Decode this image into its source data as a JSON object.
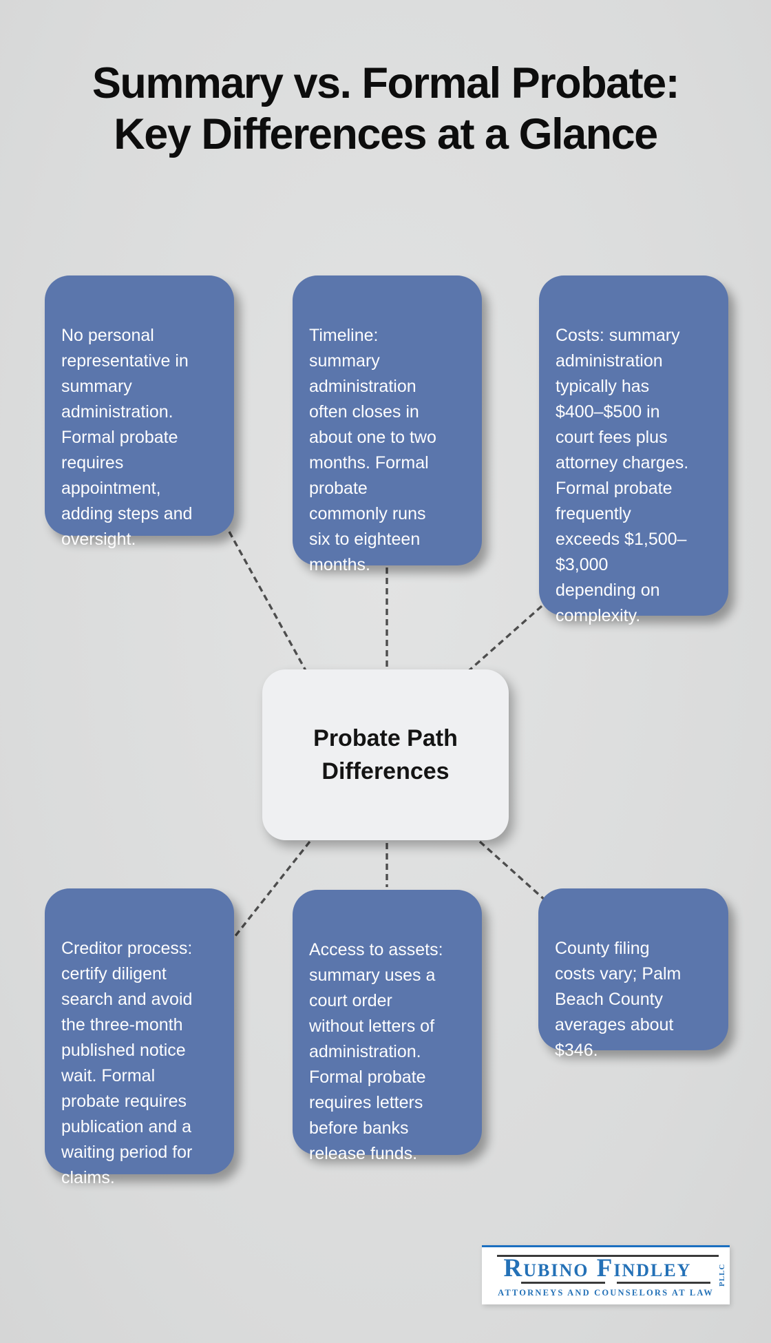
{
  "title": {
    "text": "Summary vs. Formal Probate:\nKey Differences at a Glance"
  },
  "center_node": {
    "label": "Probate Path\nDifferences"
  },
  "cards": [
    {
      "id": "personal-representative",
      "text": "No personal\nrepresentative in\nsummary\nadministration.\nFormal probate\nrequires\nappointment,\nadding steps and\noversight."
    },
    {
      "id": "timeline",
      "text": "Timeline:\nsummary\nadministration\noften closes in\nabout one to two\nmonths. Formal\nprobate\ncommonly runs\nsix to eighteen\nmonths."
    },
    {
      "id": "costs",
      "text": "Costs: summary\nadministration\ntypically has\n$400–$500 in\ncourt fees plus\nattorney charges.\nFormal probate\nfrequently\nexceeds $1,500–\n$3,000\ndepending on\ncomplexity."
    },
    {
      "id": "creditor-process",
      "text": "Creditor process:\ncertify diligent\nsearch and avoid\nthe three-month\npublished notice\nwait. Formal\nprobate requires\npublication and a\nwaiting period for\nclaims."
    },
    {
      "id": "access-to-assets",
      "text": "Access to assets:\nsummary uses a\ncourt order\nwithout letters of\nadministration.\nFormal probate\nrequires letters\nbefore banks\nrelease funds."
    },
    {
      "id": "county-filing",
      "text": "County filing\ncosts vary; Palm\nBeach County\naverages about\n$346."
    }
  ],
  "logo": {
    "firm_name": "Rubino Findley",
    "suffix": "PLLC",
    "tagline": "ATTORNEYS AND COUNSELORS AT LAW"
  },
  "colors": {
    "card_blue": "#5b76ac",
    "center_node_bg": "#eff0f2",
    "dash_gray": "#4d4d4d",
    "logo_blue": "#2471b7",
    "background_gray": "#dcdddd"
  }
}
